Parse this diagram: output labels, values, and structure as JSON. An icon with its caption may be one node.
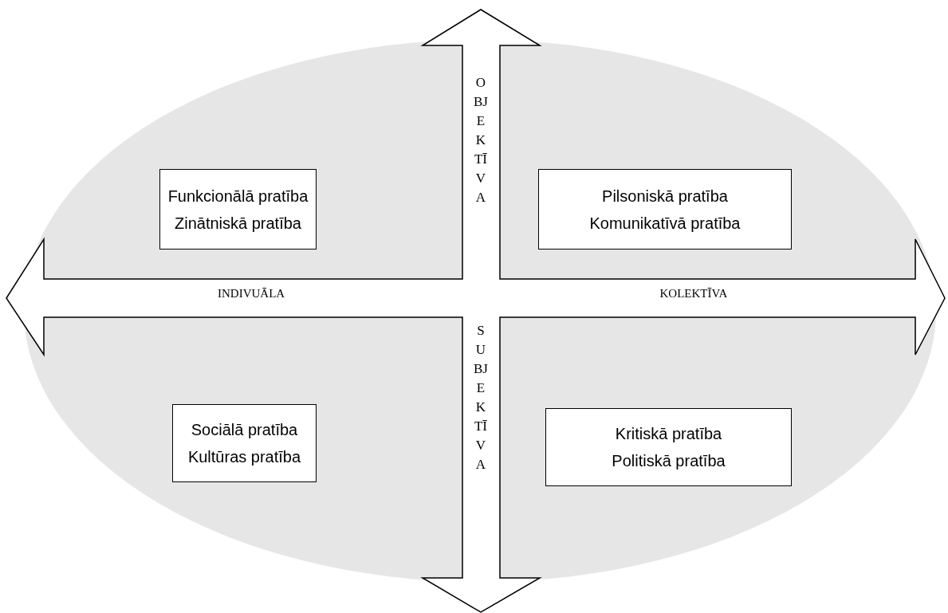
{
  "diagram": {
    "nodes": [
      {
        "text": [
          "Funkcionālā pratība",
          "Zinātniskā pratība"
        ]
      },
      {
        "text": [
          "Pilsoniskā pratība",
          "Komunikatīvā pratība"
        ]
      },
      {
        "text": [
          "Sociālā pratība",
          "Kultūras pratība"
        ]
      },
      {
        "text": [
          "Kritiskā pratība",
          "Politiskā pratība"
        ]
      }
    ],
    "edges": [],
    "labels": [
      "OBJEKTĪVA",
      "INDIVUĀLA",
      "KOLEKTĪVA",
      "SUBJEKTĪVA"
    ]
  }
}
